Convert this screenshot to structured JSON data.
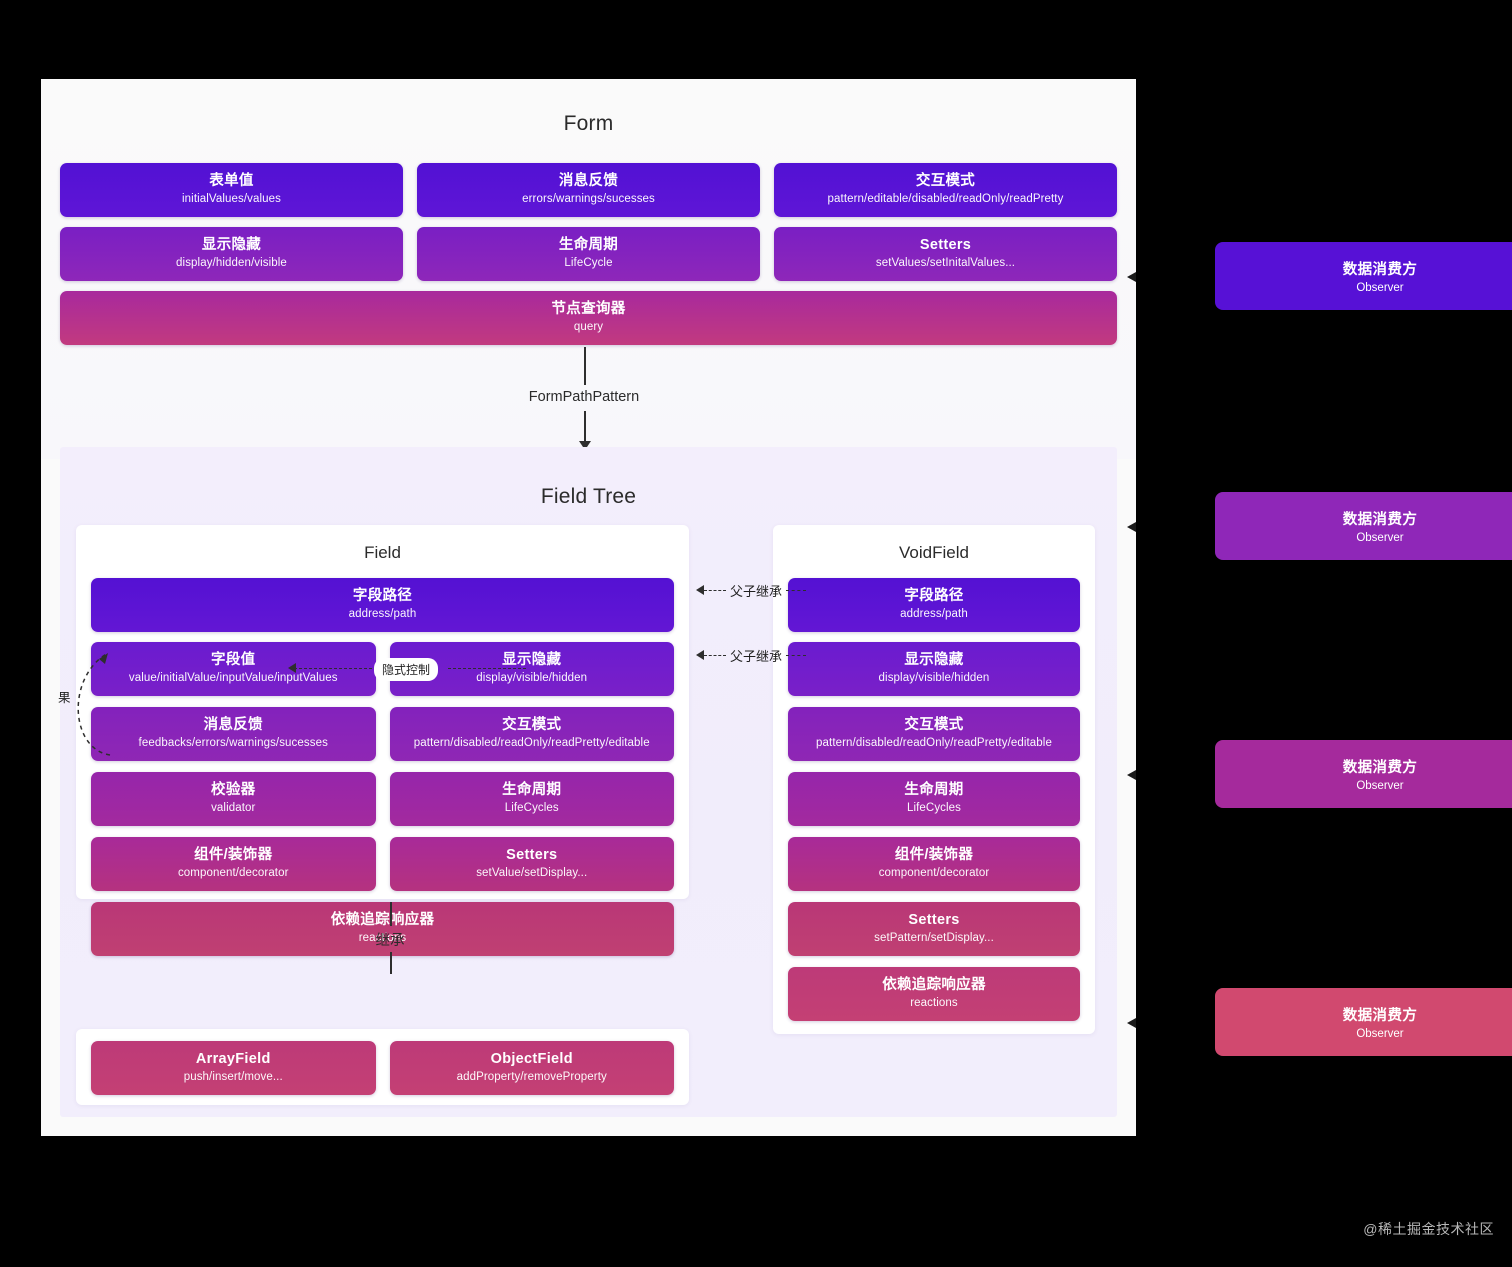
{
  "page": {
    "background": "#000000",
    "card_background": "#fafafa",
    "fieldtree_background": "#f3eefc",
    "watermark": "@稀土掘金技术社区"
  },
  "form": {
    "title": "Form",
    "row1": [
      {
        "title": "表单值",
        "sub": "initialValues/values",
        "color": "#5211d4"
      },
      {
        "title": "消息反馈",
        "sub": "errors/warnings/sucesses",
        "color": "#5211d4"
      },
      {
        "title": "交互模式",
        "sub": "pattern/editable/disabled/readOnly/readPretty",
        "color": "#5211d4"
      }
    ],
    "row2": [
      {
        "title": "显示隐藏",
        "sub": "display/hidden/visible",
        "color": "#7a1fc4"
      },
      {
        "title": "生命周期",
        "sub": "LifeCycle",
        "color": "#7a1fc4"
      },
      {
        "title": "Setters",
        "sub": "setValues/setInitalValues...",
        "color": "#7a1fc4"
      }
    ],
    "query": {
      "title": "节点查询器",
      "sub": "query",
      "color": "#a8299d"
    }
  },
  "connector": {
    "form_to_fieldtree": "FormPathPattern",
    "inherit": "继承",
    "implicit_control": "隐式控制",
    "parent_child_inherit": "父子继承",
    "validate_result": "果"
  },
  "field_tree": {
    "title": "Field Tree",
    "field": {
      "title": "Field",
      "address": {
        "title": "字段路径",
        "sub": "address/path",
        "color": "#5411d3"
      },
      "pairs": [
        [
          {
            "title": "字段值",
            "sub": "value/initialValue/inputValue/inputValues",
            "color": "#6a1bd0"
          },
          {
            "title": "显示隐藏",
            "sub": "display/visible/hidden",
            "color": "#6a1bd0"
          }
        ],
        [
          {
            "title": "消息反馈",
            "sub": "feedbacks/errors/warnings/sucesses",
            "color": "#7a20c8"
          },
          {
            "title": "交互模式",
            "sub": "pattern/disabled/readOnly/readPretty/editable",
            "color": "#7a20c8"
          }
        ],
        [
          {
            "title": "校验器",
            "sub": "validator",
            "color": "#8f27b4"
          },
          {
            "title": "生命周期",
            "sub": "LifeCycles",
            "color": "#8f27b4"
          }
        ],
        [
          {
            "title": "组件/装饰器",
            "sub": "component/decorator",
            "color": "#a32a9e"
          },
          {
            "title": "Setters",
            "sub": "setValue/setDisplay...",
            "color": "#a32a9e"
          }
        ]
      ],
      "reactions": {
        "title": "依赖追踪响应器",
        "sub": "reactions",
        "color": "#b5327f"
      }
    },
    "void_field": {
      "title": "VoidField",
      "items": [
        {
          "title": "字段路径",
          "sub": "address/path",
          "color": "#5411d3"
        },
        {
          "title": "显示隐藏",
          "sub": "display/visible/hidden",
          "color": "#6317d4"
        },
        {
          "title": "交互模式",
          "sub": "pattern/disabled/readOnly/readPretty/editable",
          "color": "#7a20c8"
        },
        {
          "title": "生命周期",
          "sub": "LifeCycles",
          "color": "#8f27b4"
        },
        {
          "title": "组件/装饰器",
          "sub": "component/decorator",
          "color": "#a32a9e"
        },
        {
          "title": "Setters",
          "sub": "setPattern/setDisplay...",
          "color": "#b5327f"
        },
        {
          "title": "依赖追踪响应器",
          "sub": "reactions",
          "color": "#c04072"
        }
      ]
    },
    "derived": [
      {
        "title": "ArrayField",
        "sub": "push/insert/move...",
        "color": "#bd3a78"
      },
      {
        "title": "ObjectField",
        "sub": "addProperty/removeProperty",
        "color": "#bd3a78"
      }
    ]
  },
  "observers": [
    {
      "title": "数据消费方",
      "sub": "Observer",
      "color": "#5711d6"
    },
    {
      "title": "数据消费方",
      "sub": "Observer",
      "color": "#8f27b8"
    },
    {
      "title": "数据消费方",
      "sub": "Observer",
      "color": "#a52a9c"
    },
    {
      "title": "数据消费方",
      "sub": "Observer",
      "color": "#d1496f"
    }
  ]
}
